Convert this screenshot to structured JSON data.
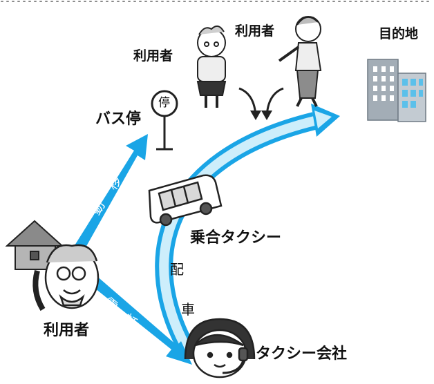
{
  "diagram": {
    "labels": {
      "user_top_left": "利用者",
      "user_top_right": "利用者",
      "destination": "目的地",
      "bus_stop": "バス停",
      "bus_stop_sign": "停",
      "shared_taxi": "乗合タクシー",
      "user_bottom": "利用者",
      "taxi_company": "タクシー会社",
      "move_1": "移",
      "move_2": "動",
      "phone_1": "電",
      "phone_2": "話",
      "dispatch_1": "配",
      "dispatch_2": "車"
    },
    "colors": {
      "arrow_blue": "#1aa5e6",
      "arrow_light": "#cdeefb",
      "curve_blue": "#5cc3ee",
      "building_gray": "#9aa4ad",
      "outline": "#222222"
    }
  }
}
